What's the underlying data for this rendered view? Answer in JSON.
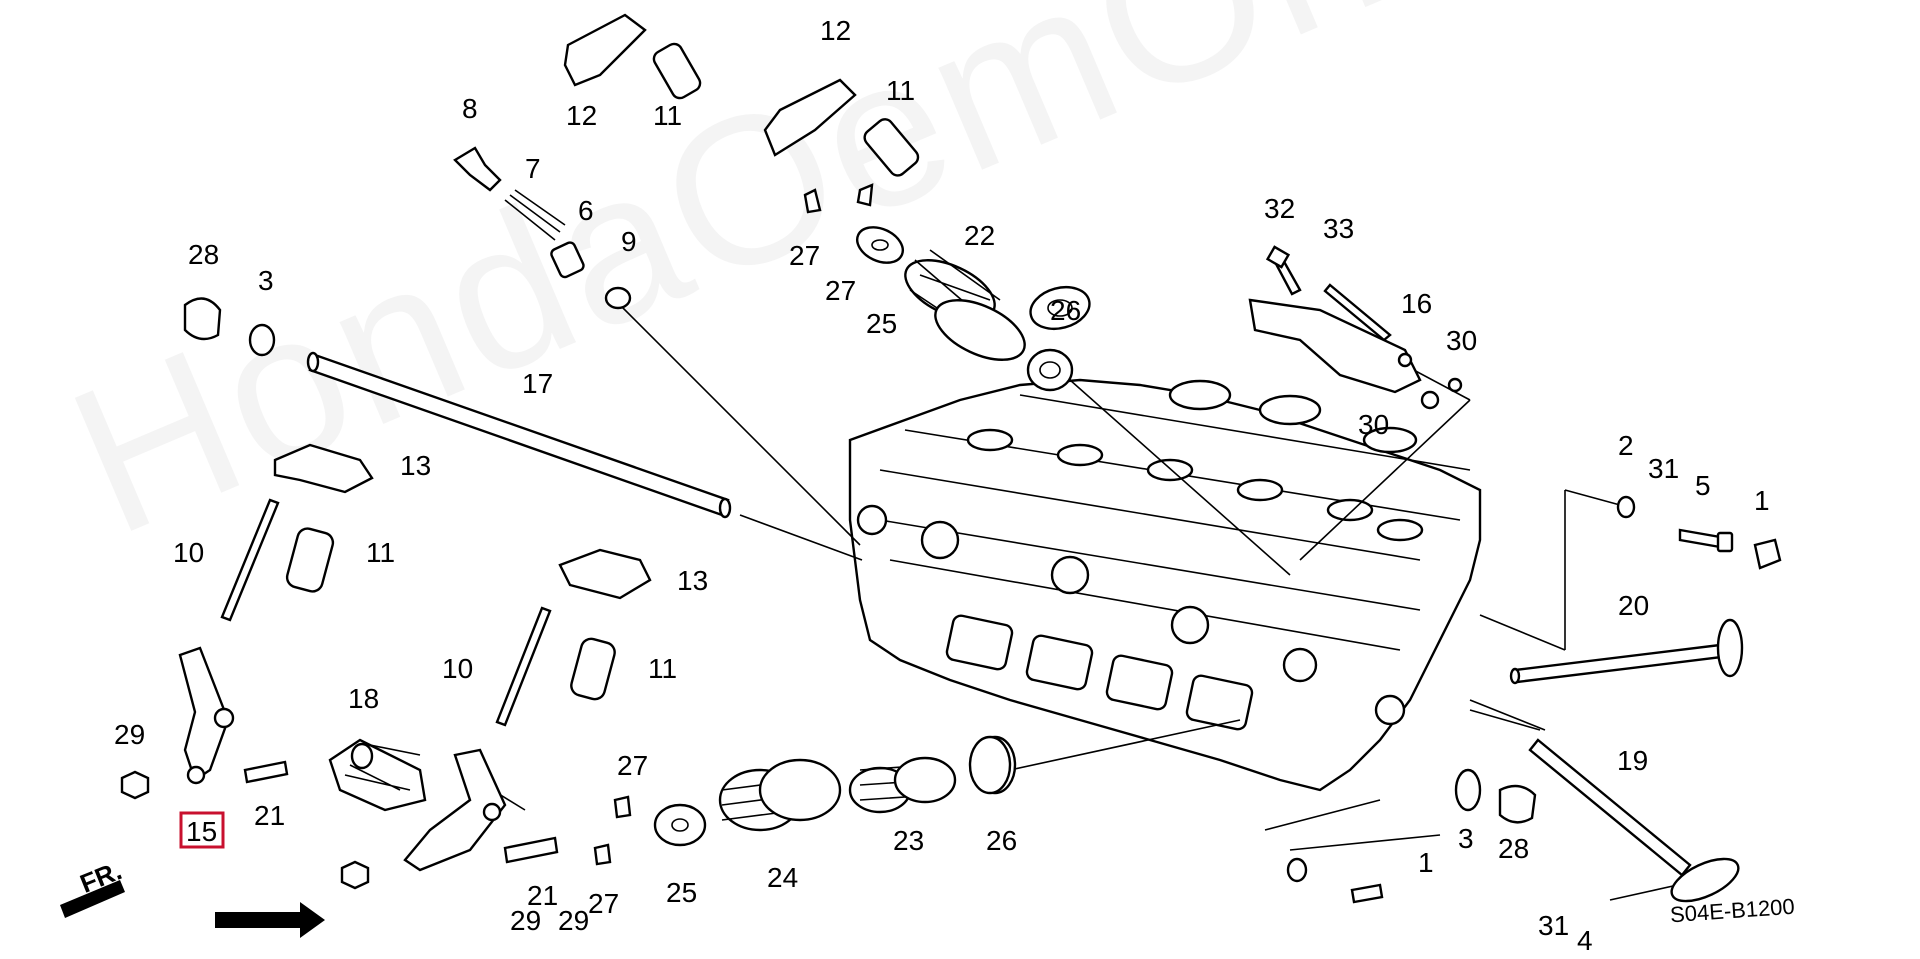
{
  "watermark": "HondaOemOnline.ru",
  "diagram_code": "S04E-B1200",
  "direction_mark": "FR.",
  "highlighted_ref": "15",
  "refs": [
    {
      "n": "12"
    },
    {
      "n": "11"
    },
    {
      "n": "12"
    },
    {
      "n": "11"
    },
    {
      "n": "8"
    },
    {
      "n": "7"
    },
    {
      "n": "6"
    },
    {
      "n": "9"
    },
    {
      "n": "27"
    },
    {
      "n": "27"
    },
    {
      "n": "25"
    },
    {
      "n": "22"
    },
    {
      "n": "28"
    },
    {
      "n": "3"
    },
    {
      "n": "17"
    },
    {
      "n": "26"
    },
    {
      "n": "32"
    },
    {
      "n": "33"
    },
    {
      "n": "16"
    },
    {
      "n": "30"
    },
    {
      "n": "30"
    },
    {
      "n": "13"
    },
    {
      "n": "10"
    },
    {
      "n": "11"
    },
    {
      "n": "13"
    },
    {
      "n": "10"
    },
    {
      "n": "11"
    },
    {
      "n": "2"
    },
    {
      "n": "31"
    },
    {
      "n": "5"
    },
    {
      "n": "1"
    },
    {
      "n": "20"
    },
    {
      "n": "19"
    },
    {
      "n": "29"
    },
    {
      "n": "18"
    },
    {
      "n": "21"
    },
    {
      "n": "15"
    },
    {
      "n": "27"
    },
    {
      "n": "25"
    },
    {
      "n": "24"
    },
    {
      "n": "23"
    },
    {
      "n": "26"
    },
    {
      "n": "3"
    },
    {
      "n": "28"
    },
    {
      "n": "1"
    },
    {
      "n": "21"
    },
    {
      "n": "29"
    },
    {
      "n": "29"
    },
    {
      "n": "27"
    },
    {
      "n": "31"
    },
    {
      "n": "4"
    }
  ]
}
